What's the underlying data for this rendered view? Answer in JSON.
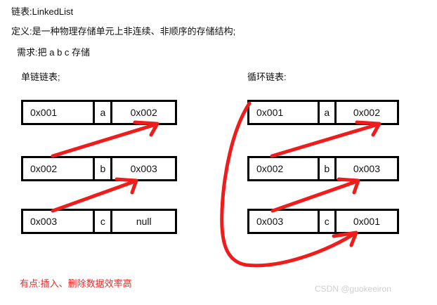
{
  "header": {
    "title": "链表:LinkedList",
    "definition": "定义:是一种物理存储单元上非连续、非顺序的存储结构;",
    "requirement": "需求:把 a  b  c 存储"
  },
  "sections": {
    "single": {
      "label": "单链链表;",
      "nodes": [
        {
          "address": "0x001",
          "value": "a",
          "next": "0x002"
        },
        {
          "address": "0x002",
          "value": "b",
          "next": "0x003"
        },
        {
          "address": "0x003",
          "value": "c",
          "next": "null"
        }
      ]
    },
    "circular": {
      "label": "循环链表:",
      "nodes": [
        {
          "address": "0x001",
          "value": "a",
          "next": "0x002"
        },
        {
          "address": "0x002",
          "value": "b",
          "next": "0x003"
        },
        {
          "address": "0x003",
          "value": "c",
          "next": "0x001"
        }
      ]
    }
  },
  "footer": {
    "advantage": "有点:插入、删除数据效率高",
    "watermark": "CSDN @guokeeiron"
  },
  "colors": {
    "arrow": "#ef1c1c",
    "box_border": "#000000",
    "text": "#111111",
    "advantage_text": "#ef2929",
    "watermark": "#cfcfcf",
    "background": "#ffffff"
  },
  "annotations": {
    "single_arrows": [
      "0x002 node points up-right to end of 0x001 node",
      "0x003 node points up-right to end of 0x002 node"
    ],
    "circular_arrows": [
      "0x002 node points up-right to end of 0x001 node",
      "0x003 node points up-right to end of 0x002 node",
      "0x003 next cell loops left and around back to 0x001 node"
    ]
  }
}
